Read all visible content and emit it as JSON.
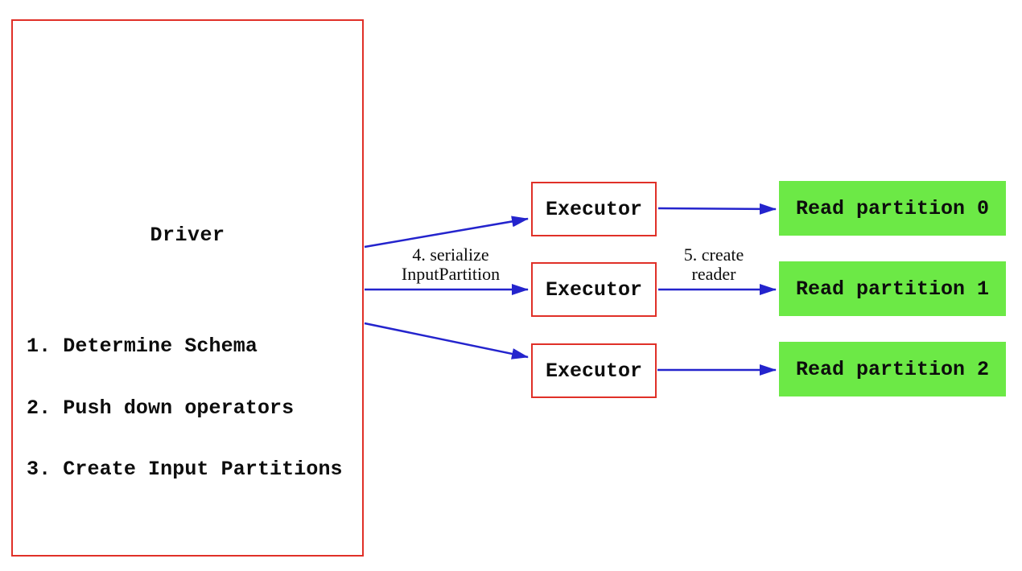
{
  "colors": {
    "node_red": "#e03028",
    "edge_blue": "#2424cd",
    "partition_green": "#6ce946",
    "text": "#0d0d0d",
    "background": "#ffffff"
  },
  "driver": {
    "label": "Driver",
    "steps": [
      "1. Determine Schema",
      "2. Push down operators",
      "3. Create Input Partitions"
    ]
  },
  "executors": [
    {
      "label": "Executor"
    },
    {
      "label": "Executor"
    },
    {
      "label": "Executor"
    }
  ],
  "partitions": [
    {
      "label": "Read partition 0"
    },
    {
      "label": "Read partition 1"
    },
    {
      "label": "Read partition 2"
    }
  ],
  "edge_labels": {
    "serialize": {
      "lines": [
        "4. serialize",
        "InputPartition"
      ]
    },
    "create_reader": {
      "lines": [
        "5. create",
        "reader"
      ]
    }
  }
}
